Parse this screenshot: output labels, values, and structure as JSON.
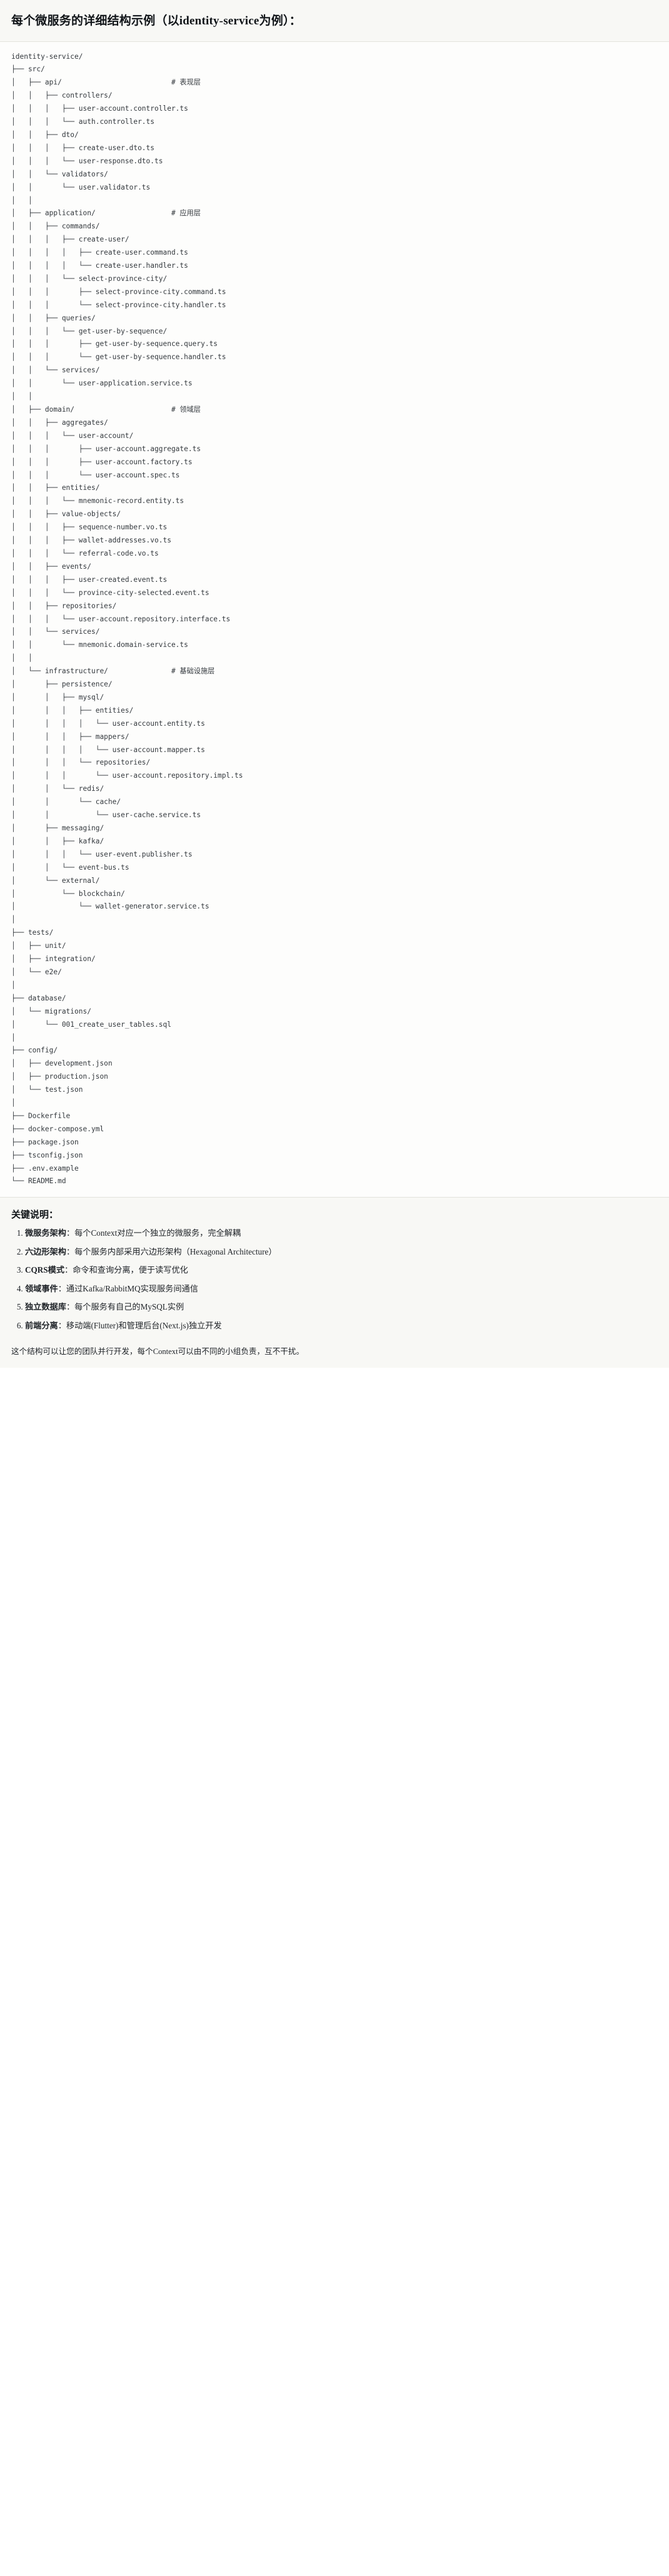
{
  "title": "每个微服务的详细结构示例（以identity-service为例）：",
  "tree": {
    "text": "identity-service/\n├── src/\n│   ├── api/                          # 表现层\n│   │   ├── controllers/\n│   │   │   ├── user-account.controller.ts\n│   │   │   └── auth.controller.ts\n│   │   ├── dto/\n│   │   │   ├── create-user.dto.ts\n│   │   │   └── user-response.dto.ts\n│   │   └── validators/\n│   │       └── user.validator.ts\n│   │\n│   ├── application/                  # 应用层\n│   │   ├── commands/\n│   │   │   ├── create-user/\n│   │   │   │   ├── create-user.command.ts\n│   │   │   │   └── create-user.handler.ts\n│   │   │   └── select-province-city/\n│   │   │       ├── select-province-city.command.ts\n│   │   │       └── select-province-city.handler.ts\n│   │   ├── queries/\n│   │   │   └── get-user-by-sequence/\n│   │   │       ├── get-user-by-sequence.query.ts\n│   │   │       └── get-user-by-sequence.handler.ts\n│   │   └── services/\n│   │       └── user-application.service.ts\n│   │\n│   ├── domain/                       # 领域层\n│   │   ├── aggregates/\n│   │   │   └── user-account/\n│   │   │       ├── user-account.aggregate.ts\n│   │   │       ├── user-account.factory.ts\n│   │   │       └── user-account.spec.ts\n│   │   ├── entities/\n│   │   │   └── mnemonic-record.entity.ts\n│   │   ├── value-objects/\n│   │   │   ├── sequence-number.vo.ts\n│   │   │   ├── wallet-addresses.vo.ts\n│   │   │   └── referral-code.vo.ts\n│   │   ├── events/\n│   │   │   ├── user-created.event.ts\n│   │   │   └── province-city-selected.event.ts\n│   │   ├── repositories/\n│   │   │   └── user-account.repository.interface.ts\n│   │   └── services/\n│   │       └── mnemonic.domain-service.ts\n│   │\n│   └── infrastructure/               # 基础设施层\n│       ├── persistence/\n│       │   ├── mysql/\n│       │   │   ├── entities/\n│       │   │   │   └── user-account.entity.ts\n│       │   │   ├── mappers/\n│       │   │   │   └── user-account.mapper.ts\n│       │   │   └── repositories/\n│       │   │       └── user-account.repository.impl.ts\n│       │   └── redis/\n│       │       └── cache/\n│       │           └── user-cache.service.ts\n│       ├── messaging/\n│       │   ├── kafka/\n│       │   │   └── user-event.publisher.ts\n│       │   └── event-bus.ts\n│       └── external/\n│           └── blockchain/\n│               └── wallet-generator.service.ts\n│\n├── tests/\n│   ├── unit/\n│   ├── integration/\n│   └── e2e/\n│\n├── database/\n│   └── migrations/\n│       └── 001_create_user_tables.sql\n│\n├── config/\n│   ├── development.json\n│   ├── production.json\n│   └── test.json\n│\n├── Dockerfile\n├── docker-compose.yml\n├── package.json\n├── tsconfig.json\n├── .env.example\n└── README.md",
    "comments": [
      "# 表现层",
      "# 应用层",
      "# 领域层",
      "# 基础设施层"
    ],
    "root": "identity-service/"
  },
  "keys": {
    "heading": "关键说明：",
    "items": [
      {
        "term": "微服务架构",
        "desc": "：每个Context对应一个独立的微服务，完全解耦"
      },
      {
        "term": "六边形架构",
        "desc": "：每个服务内部采用六边形架构（Hexagonal Architecture）"
      },
      {
        "term": "CQRS模式",
        "desc": "：命令和查询分离，便于读写优化"
      },
      {
        "term": "领域事件",
        "desc": "：通过Kafka/RabbitMQ实现服务间通信"
      },
      {
        "term": "独立数据库",
        "desc": "：每个服务有自己的MySQL实例"
      },
      {
        "term": "前端分离",
        "desc": "：移动端(Flutter)和管理后台(Next.js)独立开发"
      }
    ],
    "closing": "这个结构可以让您的团队并行开发，每个Context可以由不同的小组负责，互不干扰。"
  },
  "colors": {
    "title_band_bg": "#f8f8f5",
    "code_bg": "#fdfdfc",
    "text": "#1f2328",
    "code_text": "#33383d",
    "divider": "#e3e3dd"
  }
}
